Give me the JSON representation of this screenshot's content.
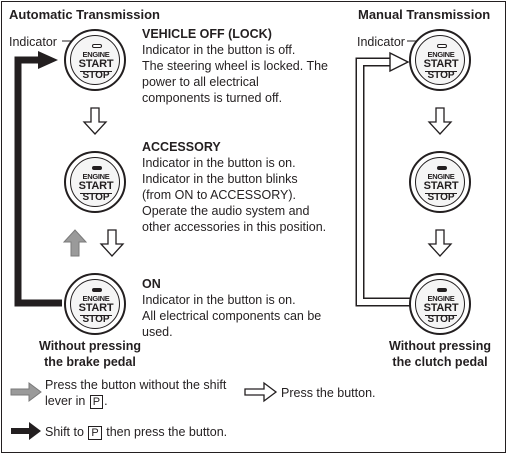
{
  "headers": {
    "automatic": "Automatic Transmission",
    "manual": "Manual Transmission"
  },
  "indicator_label": "Indicator",
  "button": {
    "engine": "ENGINE",
    "start": "START",
    "stop": "STOP"
  },
  "modes": [
    {
      "title": "VEHICLE OFF (LOCK)",
      "lines": [
        "Indicator in the button is off.",
        "The steering wheel is locked. The",
        "power to all electrical",
        "components is turned off."
      ]
    },
    {
      "title": "ACCESSORY",
      "lines": [
        "Indicator in the button is on.",
        "Indicator in the button blinks",
        "(from ON to ACCESSORY).",
        "Operate the audio system and",
        "other accessories in this position."
      ]
    },
    {
      "title": "ON",
      "lines": [
        "Indicator in the button is on.",
        "All electrical components can be",
        "used."
      ]
    }
  ],
  "captions": {
    "automatic": [
      "Without pressing",
      "the brake pedal"
    ],
    "manual": [
      "Without pressing",
      "the clutch pedal"
    ]
  },
  "legend": {
    "gray_line1": "Press the button without the shift",
    "gray_line2_pre": "lever in",
    "gray_line2_box": "P",
    "gray_line2_post": ".",
    "white": "Press the button.",
    "black_pre": "Shift to",
    "black_box": "P",
    "black_post": "then press the button."
  },
  "colors": {
    "ink": "#231f20",
    "gray_arrow": "#9a9a9a",
    "white_arrow": "#ffffff"
  }
}
